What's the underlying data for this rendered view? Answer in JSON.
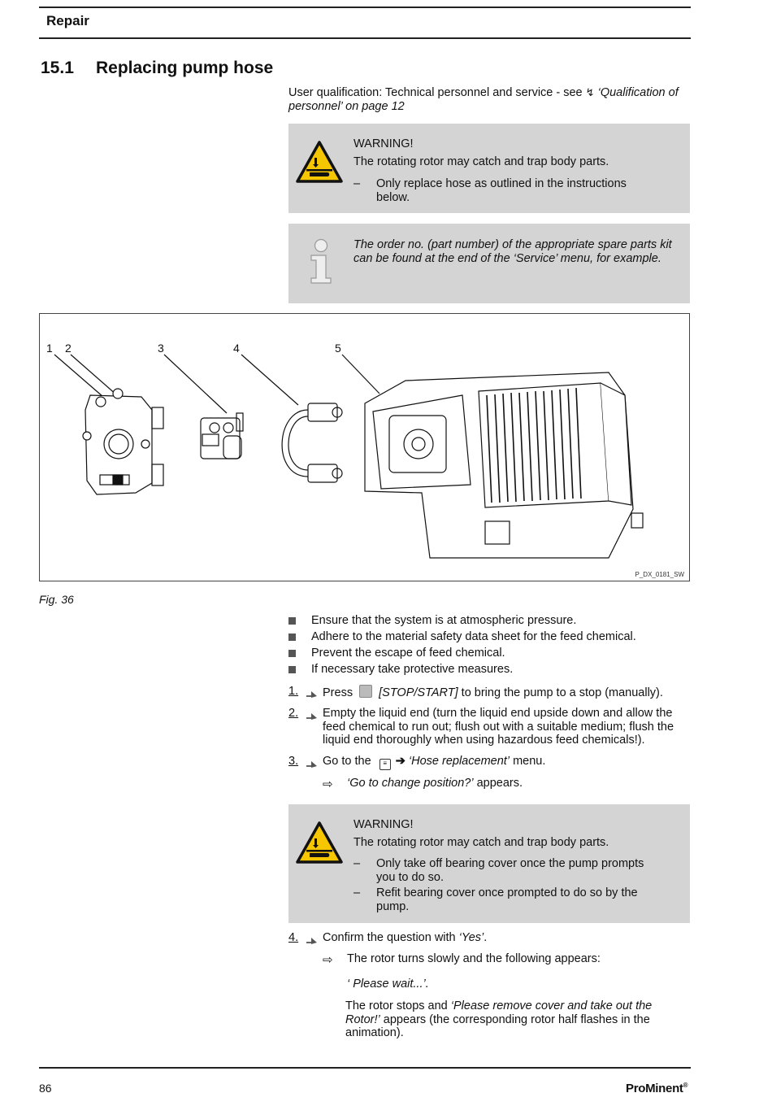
{
  "header": {
    "title": "Repair"
  },
  "section": {
    "number": "15.1",
    "title": "Replacing pump hose"
  },
  "qualification": {
    "prefix": "User qualification: Technical personnel and service - see",
    "link": "‘Qualification of personnel’ on page 12"
  },
  "warning1": {
    "heading": "WARNING!",
    "text": "The rotating rotor may catch and trap body parts.",
    "items": [
      "Only replace hose as outlined in the instructions below."
    ]
  },
  "info": {
    "text": "The order no. (part number) of the appropriate spare parts kit can be found at the end of the ‘Service’ menu, for example."
  },
  "figure": {
    "labels": [
      "1",
      "2",
      "3",
      "4",
      "5"
    ],
    "code": "P_DX_0181_SW",
    "caption": "Fig. 36"
  },
  "bullets": [
    "Ensure that the system is at atmospheric pressure.",
    "Adhere to the material safety data sheet for the feed chemical.",
    "Prevent the escape of feed chemical.",
    "If necessary take protective measures."
  ],
  "steps": {
    "s1": {
      "num": "1.",
      "pre": "Press",
      "key": "[STOP/START]",
      "post": "to bring the pump to a stop (manually)."
    },
    "s2": {
      "num": "2.",
      "text": "Empty the liquid end (turn the liquid end upside down and allow the feed chemical to run out; flush out with a suitable medium; flush the liquid end thoroughly when using hazardous feed chemicals!)."
    },
    "s3": {
      "num": "3.",
      "pre": "Go to the",
      "menu": "‘Hose replacement’",
      "post": "menu.",
      "result_q": "‘Go to change position?’",
      "result_post": "appears."
    },
    "s4": {
      "num": "4.",
      "pre": "Confirm the question with",
      "answer": "‘Yes’",
      "post": ".",
      "result": "The rotor turns slowly and the following appears:",
      "wait": "‘ Please wait...’.",
      "stops_pre": "The rotor stops and",
      "stops_msg": "‘Please remove cover and take out the Rotor!’",
      "stops_post": "appears (the corresponding rotor half flashes in the animation)."
    }
  },
  "warning2": {
    "heading": "WARNING!",
    "text": "The rotating rotor may catch and trap body parts.",
    "items": [
      "Only take off bearing cover once the pump prompts you to do so.",
      "Refit bearing cover once prompted to do so by the pump."
    ]
  },
  "footer": {
    "page": "86",
    "brand": "ProMinent"
  }
}
